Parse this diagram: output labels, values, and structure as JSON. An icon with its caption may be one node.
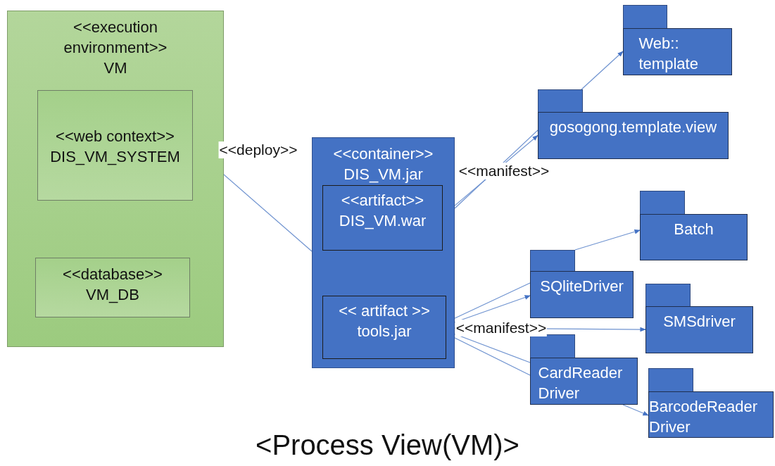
{
  "diagram": {
    "caption": "<Process View(VM)>",
    "nodes": [
      {
        "text": [
          "<<execution environment>>",
          "VM"
        ]
      },
      {
        "text": [
          "<<web context>>",
          "DIS_VM_SYSTEM"
        ],
        "in": 0
      },
      {
        "text": [
          "<<database>>",
          "VM_DB"
        ],
        "in": 0
      },
      {
        "text": [
          "<<container>>",
          "DIS_VM.jar"
        ]
      },
      {
        "text": [
          "<<artifact>>",
          "DIS_VM.war"
        ],
        "in": 3
      },
      {
        "text": [
          "<< artifact >>",
          "tools.jar"
        ],
        "in": 3
      },
      {
        "text": [
          "Web:: template"
        ]
      },
      {
        "text": [
          "gosogong.template.view"
        ]
      },
      {
        "text": [
          "Batch"
        ]
      },
      {
        "text": [
          "SQliteDriver"
        ]
      },
      {
        "text": [
          "SMSdriver"
        ]
      },
      {
        "text": [
          "CardReader Driver"
        ]
      },
      {
        "text": [
          "BarcodeReader Driver"
        ]
      }
    ],
    "edges": [
      {
        "from": 3,
        "to": 1,
        "arrow": "to",
        "label": "<<deploy>>"
      },
      {
        "from": 3,
        "to": 7,
        "arrow": "to",
        "label": "<<manifest>>"
      },
      {
        "from": 3,
        "to": 7,
        "arrow": "none"
      },
      {
        "from": 7,
        "to": 6,
        "arrow": "to"
      },
      {
        "from": 5,
        "to": 9,
        "arrow": "none"
      },
      {
        "from": 5,
        "to": 9,
        "arrow": "to"
      },
      {
        "from": 5,
        "to": 10,
        "arrow": "to",
        "label": "<<manifest>>"
      },
      {
        "from": 5,
        "to": 11,
        "arrow": "none"
      },
      {
        "from": 5,
        "to": 11,
        "arrow": "none"
      },
      {
        "from": 9,
        "to": 8,
        "arrow": "to"
      },
      {
        "from": 11,
        "to": 12,
        "arrow": "to"
      }
    ]
  }
}
